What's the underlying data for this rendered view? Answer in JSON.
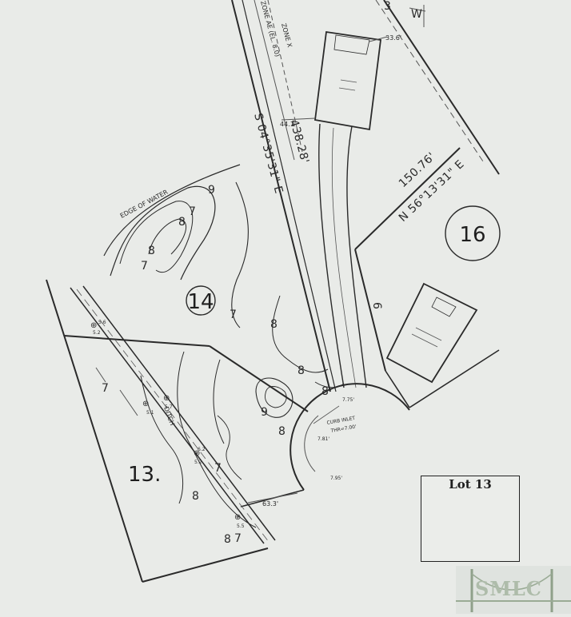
{
  "plat": {
    "lots": [
      "13.",
      "14",
      "16"
    ],
    "callouts": {
      "zone_x": "ZONE X",
      "zone_ae": "ZONE AE (EL. 8.0)",
      "edge_of_water": "EDGE OF WATER",
      "ditch": "DITCH",
      "curb_inlet": "CURB INLET",
      "curb_inlet_thr": "THR=7.00'"
    },
    "bearings": {
      "south_line": "S 04°35'31\" E",
      "north_line": "N 56°13'31\" E"
    },
    "distances": {
      "d_438": "438.28'",
      "d_150": "150.76'",
      "d_63": "63.3'",
      "d_441": "44.1'",
      "d_336": "33.6'"
    },
    "elevations": {
      "e56": "5.6",
      "e52a": "5.2",
      "e51": "5.1",
      "e57": "5.7",
      "e62": "6.2",
      "e52b": "5.2",
      "e55": "5.5",
      "e775": "7.75'",
      "e781": "7.81'",
      "e795": "7.95'"
    },
    "contours": {
      "c9a": "9",
      "c8a": "8",
      "c7a": "7",
      "c8b": "8",
      "c7b": "7",
      "c7c": "7",
      "c8c": "8",
      "c8d": "8",
      "c8e": "8",
      "c9b": "9",
      "c8f": "8",
      "c7d": "7",
      "c7e": "7",
      "c8g": "8",
      "c8h": "8",
      "c7f": "7",
      "c6": "6"
    },
    "edge_fragments": {
      "top_w": "W",
      "top_3": "3"
    }
  },
  "lot_box": {
    "title": "Lot 13"
  },
  "watermark": {
    "text": "SMLC"
  }
}
